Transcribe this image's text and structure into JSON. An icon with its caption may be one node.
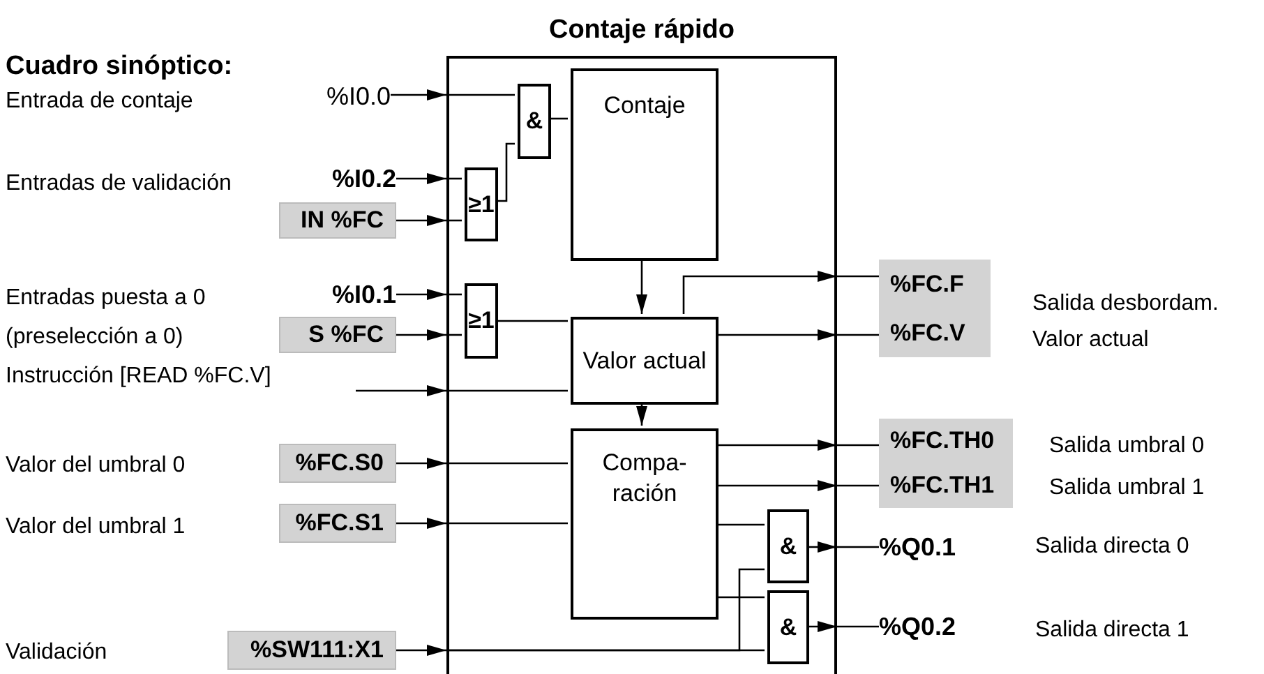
{
  "diagram": {
    "title": "Cuadro sinóptico:",
    "nodes": [
      {
        "text": [
          "Contaje rápido"
        ]
      },
      {
        "text": [
          "%I0.0"
        ]
      },
      {
        "text": [
          "%I0.2"
        ]
      },
      {
        "text": [
          "IN %FC"
        ]
      },
      {
        "text": [
          "%I0.1"
        ]
      },
      {
        "text": [
          "S %FC"
        ]
      },
      {
        "text": [
          "&"
        ],
        "in": 0
      },
      {
        "text": [
          "≥1"
        ],
        "in": 0
      },
      {
        "text": [
          "Contaje"
        ],
        "in": 0
      },
      {
        "text": [
          "≥1"
        ],
        "in": 0
      },
      {
        "text": [
          "Valor actual"
        ],
        "in": 0
      },
      {
        "text": [
          "Compa- ración"
        ],
        "in": 0
      },
      {
        "text": [
          "&"
        ],
        "in": 0
      },
      {
        "text": [
          "&"
        ],
        "in": 0
      },
      {
        "text": [
          "%FC.S0"
        ]
      },
      {
        "text": [
          "%FC.S1"
        ]
      },
      {
        "text": [
          "%SW111:X1"
        ]
      },
      {
        "text": [
          "%FC.F"
        ]
      },
      {
        "text": [
          "%FC.V"
        ]
      },
      {
        "text": [
          "%FC.TH0"
        ]
      },
      {
        "text": [
          "%FC.TH1"
        ]
      },
      {
        "text": [
          "%Q0.1"
        ]
      },
      {
        "text": [
          "%Q0.2"
        ]
      }
    ],
    "edges": [
      {
        "from": 1,
        "to": 0,
        "arrow": "to"
      },
      {
        "from": 0,
        "to": 6,
        "arrow": "none"
      },
      {
        "from": 2,
        "to": 0,
        "arrow": "to"
      },
      {
        "from": 0,
        "to": 7,
        "arrow": "none"
      },
      {
        "from": 3,
        "to": 0,
        "arrow": "to"
      },
      {
        "from": 0,
        "to": 7,
        "arrow": "none"
      },
      {
        "from": 7,
        "to": 6,
        "arrow": "none"
      },
      {
        "from": 6,
        "to": 8,
        "arrow": "none"
      },
      {
        "from": 4,
        "to": 0,
        "arrow": "to"
      },
      {
        "from": 0,
        "to": 9,
        "arrow": "none"
      },
      {
        "from": 5,
        "to": 0,
        "arrow": "to"
      },
      {
        "from": 0,
        "to": 9,
        "arrow": "none"
      },
      {
        "from": 9,
        "to": 10,
        "arrow": "none"
      },
      {
        "from": null,
        "to": 0,
        "arrow": "to"
      },
      {
        "from": 0,
        "to": 10,
        "arrow": "none"
      },
      {
        "from": 8,
        "to": 10,
        "arrow": "to"
      },
      {
        "from": 10,
        "to": 0,
        "arrow": "to"
      },
      {
        "from": 0,
        "to": 17,
        "arrow": "none"
      },
      {
        "from": 10,
        "to": 0,
        "arrow": "to"
      },
      {
        "from": 0,
        "to": 18,
        "arrow": "none"
      },
      {
        "from": 10,
        "to": 11,
        "arrow": "to"
      },
      {
        "from": 14,
        "to": 0,
        "arrow": "to"
      },
      {
        "from": 0,
        "to": 11,
        "arrow": "none"
      },
      {
        "from": 15,
        "to": 0,
        "arrow": "to"
      },
      {
        "from": 0,
        "to": 11,
        "arrow": "none"
      },
      {
        "from": 11,
        "to": 0,
        "arrow": "to"
      },
      {
        "from": 0,
        "to": 19,
        "arrow": "none"
      },
      {
        "from": 11,
        "to": 0,
        "arrow": "to"
      },
      {
        "from": 0,
        "to": 20,
        "arrow": "none"
      },
      {
        "from": 11,
        "to": 12,
        "arrow": "none"
      },
      {
        "from": 11,
        "to": 13,
        "arrow": "none"
      },
      {
        "from": 16,
        "to": 0,
        "arrow": "to"
      },
      {
        "from": 0,
        "to": 12,
        "arrow": "none"
      },
      {
        "from": 0,
        "to": 13,
        "arrow": "none"
      },
      {
        "from": 12,
        "to": 0,
        "arrow": "to"
      },
      {
        "from": 0,
        "to": 21,
        "arrow": "none"
      },
      {
        "from": 13,
        "to": 0,
        "arrow": "to"
      },
      {
        "from": 0,
        "to": 22,
        "arrow": "none"
      }
    ],
    "labels": [
      "Entrada de contaje",
      "Entradas de validación",
      "Entradas puesta a 0",
      "(preselección a 0)",
      "Instrucción [READ %FC.V]",
      "Valor del umbral 0",
      "Valor del umbral 1",
      "Validación",
      "Salida desbordam.",
      "Valor actual",
      "Salida umbral 0",
      "Salida umbral 1",
      "Salida directa 0",
      "Salida directa 1"
    ]
  }
}
